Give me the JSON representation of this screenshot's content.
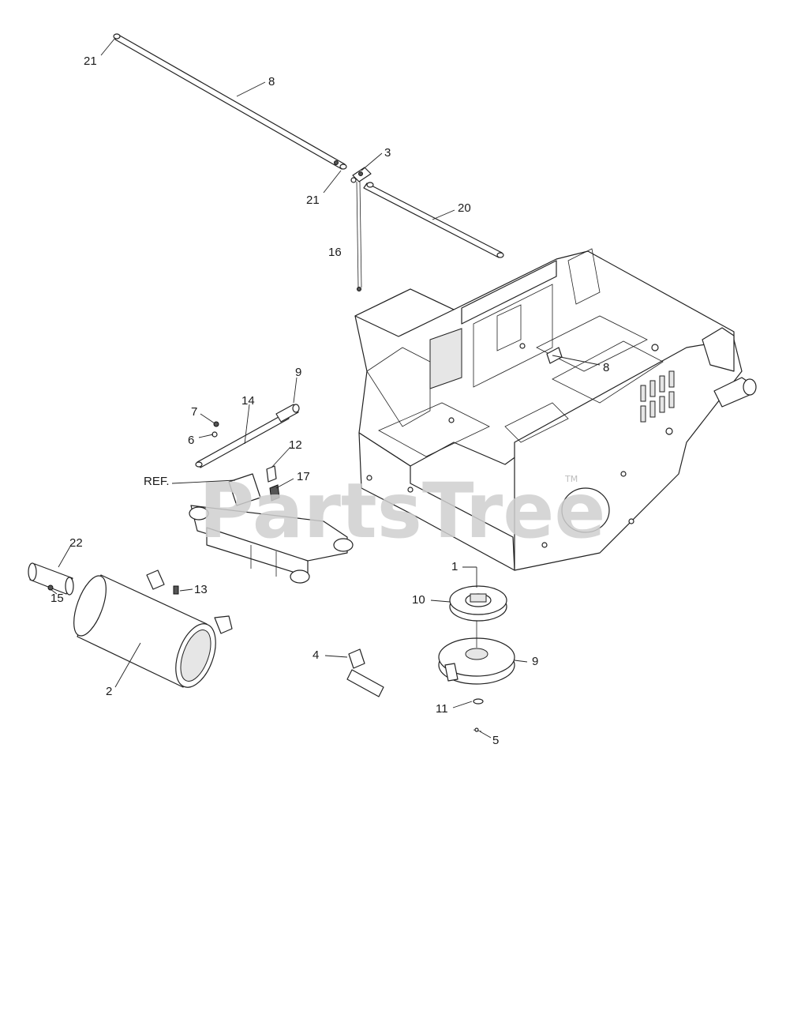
{
  "watermark": {
    "text": "PartsTree",
    "tm": "TM"
  },
  "callouts": {
    "c21a": "21",
    "c8a": "8",
    "c3": "3",
    "c21b": "21",
    "c20": "20",
    "c16": "16",
    "c8b": "8",
    "c9a": "9",
    "c14": "14",
    "c7": "7",
    "c6": "6",
    "c12": "12",
    "c17": "17",
    "cref": "REF.",
    "c22": "22",
    "c13": "13",
    "c15": "15",
    "c2": "2",
    "c4": "4",
    "c1": "1",
    "c10": "10",
    "c9b": "9",
    "c11": "11",
    "c5": "5"
  }
}
